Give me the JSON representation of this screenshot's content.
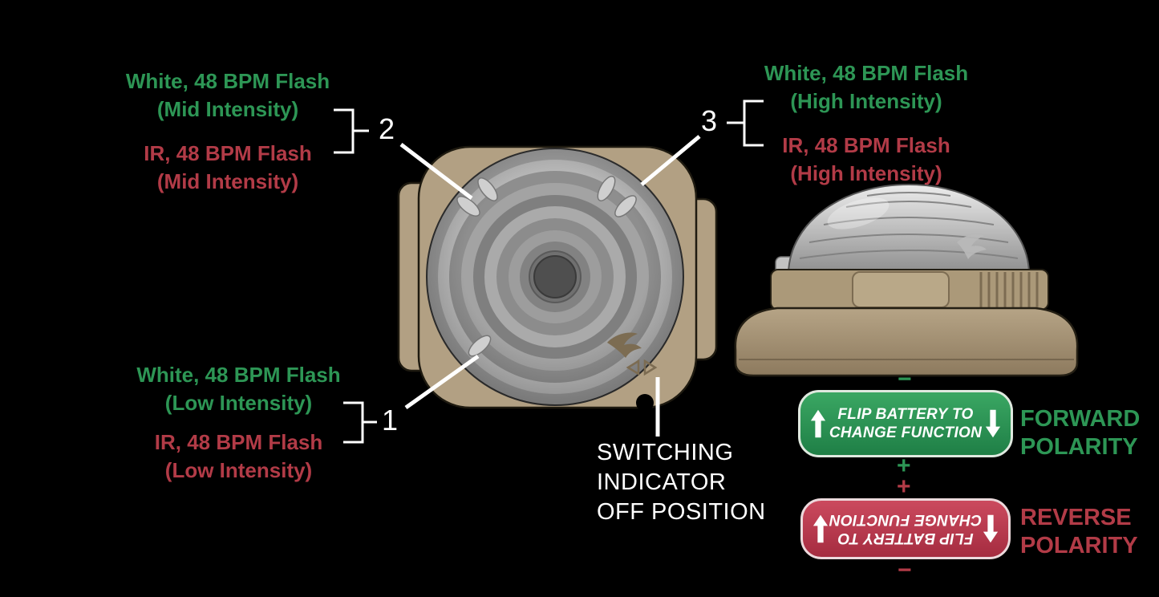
{
  "callouts": {
    "pos2": {
      "number": "2",
      "white1": "White, 48 BPM Flash",
      "white2": "(Mid Intensity)",
      "ir1": "IR, 48 BPM Flash",
      "ir2": "(Mid Intensity)"
    },
    "pos3": {
      "number": "3",
      "white1": "White, 48 BPM Flash",
      "white2": "(High Intensity)",
      "ir1": "IR, 48 BPM Flash",
      "ir2": "(High Intensity)"
    },
    "pos1": {
      "number": "1",
      "white1": "White, 48 BPM Flash",
      "white2": "(Low Intensity)",
      "ir1": "IR, 48 BPM Flash",
      "ir2": "(Low Intensity)"
    },
    "switching": {
      "line1": "SWITCHING",
      "line2": "INDICATOR",
      "line3": "OFF POSITION"
    }
  },
  "polarity": {
    "forward": {
      "btn_line1": "FLIP BATTERY TO",
      "btn_line2": "CHANGE FUNCTION",
      "label1": "FORWARD",
      "label2": "POLARITY",
      "top_sign": "−",
      "bottom_sign": "+"
    },
    "reverse": {
      "btn_line1": "FLIP BATTERY TO",
      "btn_line2": "CHANGE FUNCTION",
      "label1": "REVERSE",
      "label2": "POLARITY",
      "top_sign": "+",
      "bottom_sign": "−"
    }
  },
  "colors": {
    "green": "#2d9655",
    "red": "#b23b47",
    "white": "#ffffff",
    "tan": "#b2a083"
  }
}
